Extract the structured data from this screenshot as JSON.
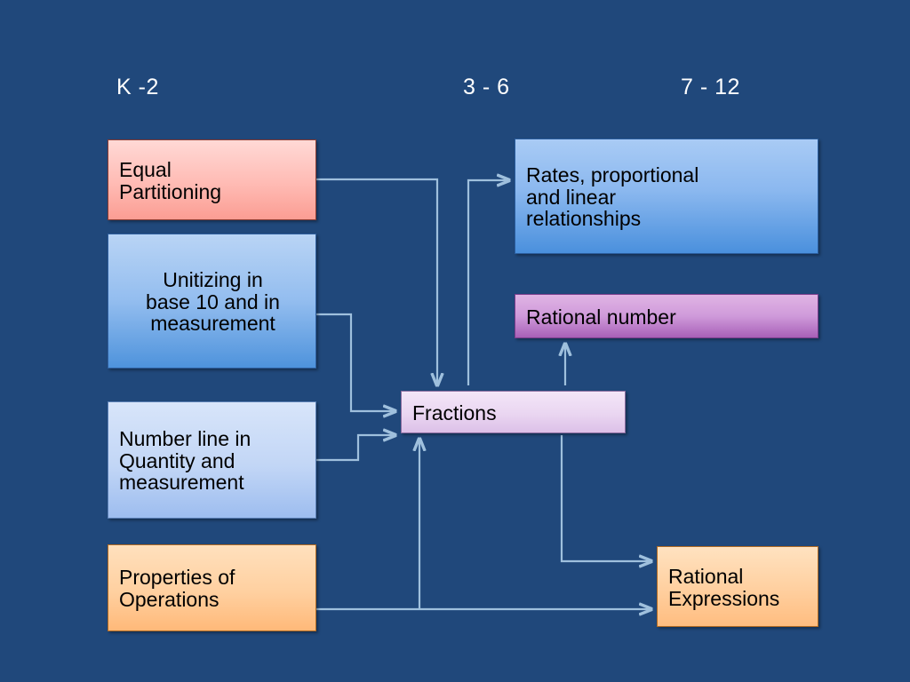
{
  "slide": {
    "background_color": "#20487b",
    "connector_color": "#9fc0dd"
  },
  "headers": {
    "k2": "K -2",
    "g36": "3 - 6",
    "g712": "7 - 12"
  },
  "nodes": {
    "equal_partitioning": {
      "lines": [
        "Equal",
        "Partitioning"
      ],
      "color": "#fbb0a6",
      "column": "K -2"
    },
    "unitizing": {
      "lines": [
        "Unitizing in",
        "base 10 and in",
        "measurement"
      ],
      "color": "#7cacea",
      "column": "K -2"
    },
    "number_line": {
      "lines": [
        "Number line in",
        "Quantity and",
        "measurement"
      ],
      "color": "#bcd2f4",
      "column": "K -2"
    },
    "properties_of_operations": {
      "lines": [
        "Properties of",
        "Operations"
      ],
      "color": "#ffcb97",
      "column": "K -2"
    },
    "rates": {
      "lines": [
        "Rates, proportional",
        "and linear",
        "relationships"
      ],
      "color": "#6ca8e8",
      "column": "7 - 12"
    },
    "rational_number": {
      "lines": [
        "Rational number"
      ],
      "color": "#bd85cb",
      "column": "7 - 12"
    },
    "fractions": {
      "lines": [
        "Fractions"
      ],
      "color": "#e6d2ef",
      "column": "3 - 6"
    },
    "rational_expressions": {
      "lines": [
        "Rational",
        "Expressions"
      ],
      "color": "#ffc893",
      "column": "7 - 12"
    }
  },
  "connections": [
    {
      "from": "Equal Partitioning",
      "to": "Fractions"
    },
    {
      "from": "Unitizing in base 10 and in measurement",
      "to": "Fractions"
    },
    {
      "from": "Number line in Quantity and measurement",
      "to": "Fractions"
    },
    {
      "from": "Properties of Operations",
      "to": "Fractions"
    },
    {
      "from": "Properties of Operations",
      "to": "Rational Expressions"
    },
    {
      "from": "Fractions",
      "to": "Rates, proportional and linear relationships"
    },
    {
      "from": "Fractions",
      "to": "Rational number"
    },
    {
      "from": "Fractions",
      "to": "Rational Expressions"
    }
  ]
}
